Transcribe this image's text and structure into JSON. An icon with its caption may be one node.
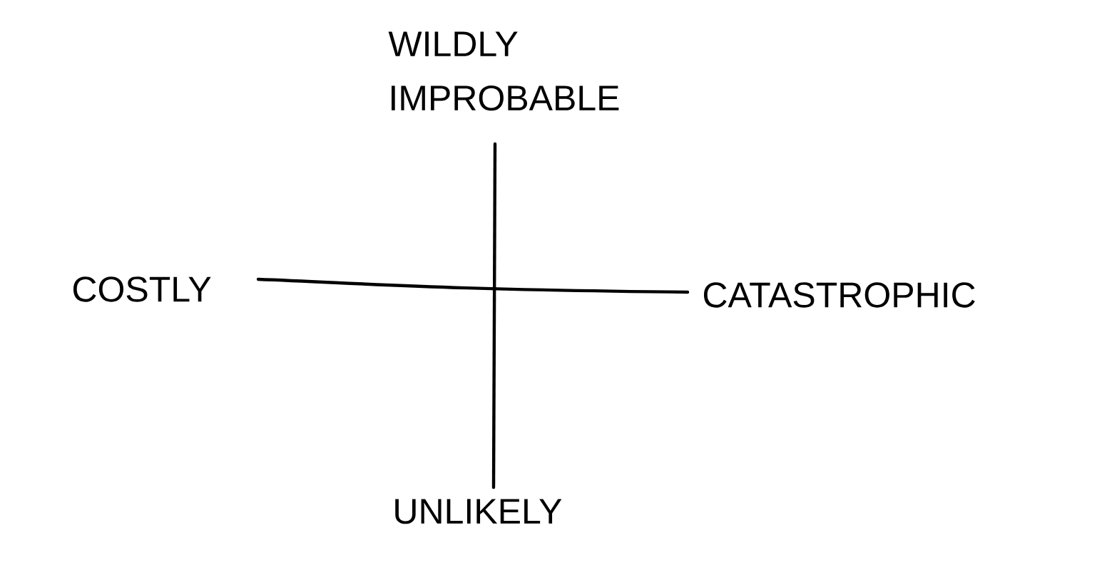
{
  "diagram": {
    "labels": [
      "WILDLY IMPROBABLE",
      "COSTLY",
      "CATASTROPHIC",
      "UNLIKELY"
    ]
  }
}
